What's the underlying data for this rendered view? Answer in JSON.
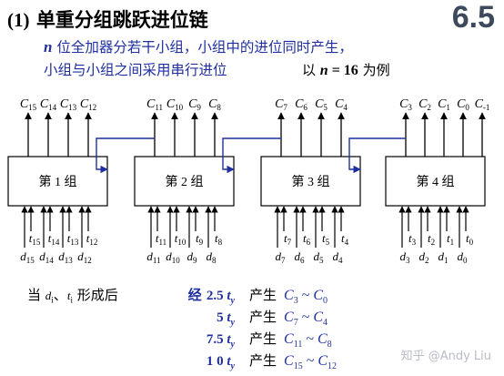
{
  "slide": {
    "title_num": "(1)",
    "title": "单重分组跳跃进位链",
    "section": "6.5",
    "desc_line1_var": "n",
    "desc_line1": " 位全加器分若干小组，小组中的进位同时产生，",
    "desc_line2": "小组与小组之间采用串行进位",
    "example_pre": "以 ",
    "example_var": "n",
    "example_eq": " = 16",
    "example_post": " 为例"
  },
  "groups": [
    {
      "label": "第 1 组",
      "carries": [
        "15",
        "14",
        "13",
        "12"
      ],
      "tsubs": [
        "15",
        "14",
        "13",
        "12"
      ],
      "dsubs": [
        "15",
        "14",
        "13",
        "12"
      ]
    },
    {
      "label": "第 2 组",
      "carries": [
        "11",
        "10",
        "9",
        "8"
      ],
      "tsubs": [
        "11",
        "10",
        "9",
        "8"
      ],
      "dsubs": [
        "11",
        "10",
        "9",
        "8"
      ]
    },
    {
      "label": "第 3 组",
      "carries": [
        "7",
        "6",
        "5",
        "4"
      ],
      "tsubs": [
        "7",
        "6",
        "5",
        "4"
      ],
      "dsubs": [
        "7",
        "6",
        "5",
        "4"
      ]
    },
    {
      "label": "第 4 组",
      "carries": [
        "3",
        "2",
        "1",
        "0",
        "-1"
      ],
      "tsubs": [
        "3",
        "2",
        "1",
        "0"
      ],
      "dsubs": [
        "3",
        "2",
        "1",
        "0"
      ]
    }
  ],
  "timing": {
    "lead": "当 ",
    "lead_d": "d",
    "lead_di": "i",
    "lead_sep": "、",
    "lead_t": "t",
    "lead_ti": "i",
    "lead_post": " 形成后",
    "rows": [
      {
        "prefix": "经 ",
        "value": "2.5",
        "unit": "t",
        "unit_sub": "y",
        "produce": "产生",
        "c_from": "3",
        "c_to": "0"
      },
      {
        "prefix": "",
        "value": "5",
        "unit": "t",
        "unit_sub": "y",
        "produce": "产生",
        "c_from": "7",
        "c_to": "4"
      },
      {
        "prefix": "",
        "value": "7.5",
        "unit": "t",
        "unit_sub": "y",
        "produce": "产生",
        "c_from": "11",
        "c_to": "8"
      },
      {
        "prefix": "",
        "value": "1 0",
        "unit": "t",
        "unit_sub": "y",
        "produce": "产生",
        "c_from": "15",
        "c_to": "12"
      }
    ]
  },
  "watermark": "知乎 @Andy Liu",
  "colors": {
    "link": "#1f2fa0",
    "text_blue": "#1f2fa0",
    "box_border": "#000000"
  }
}
